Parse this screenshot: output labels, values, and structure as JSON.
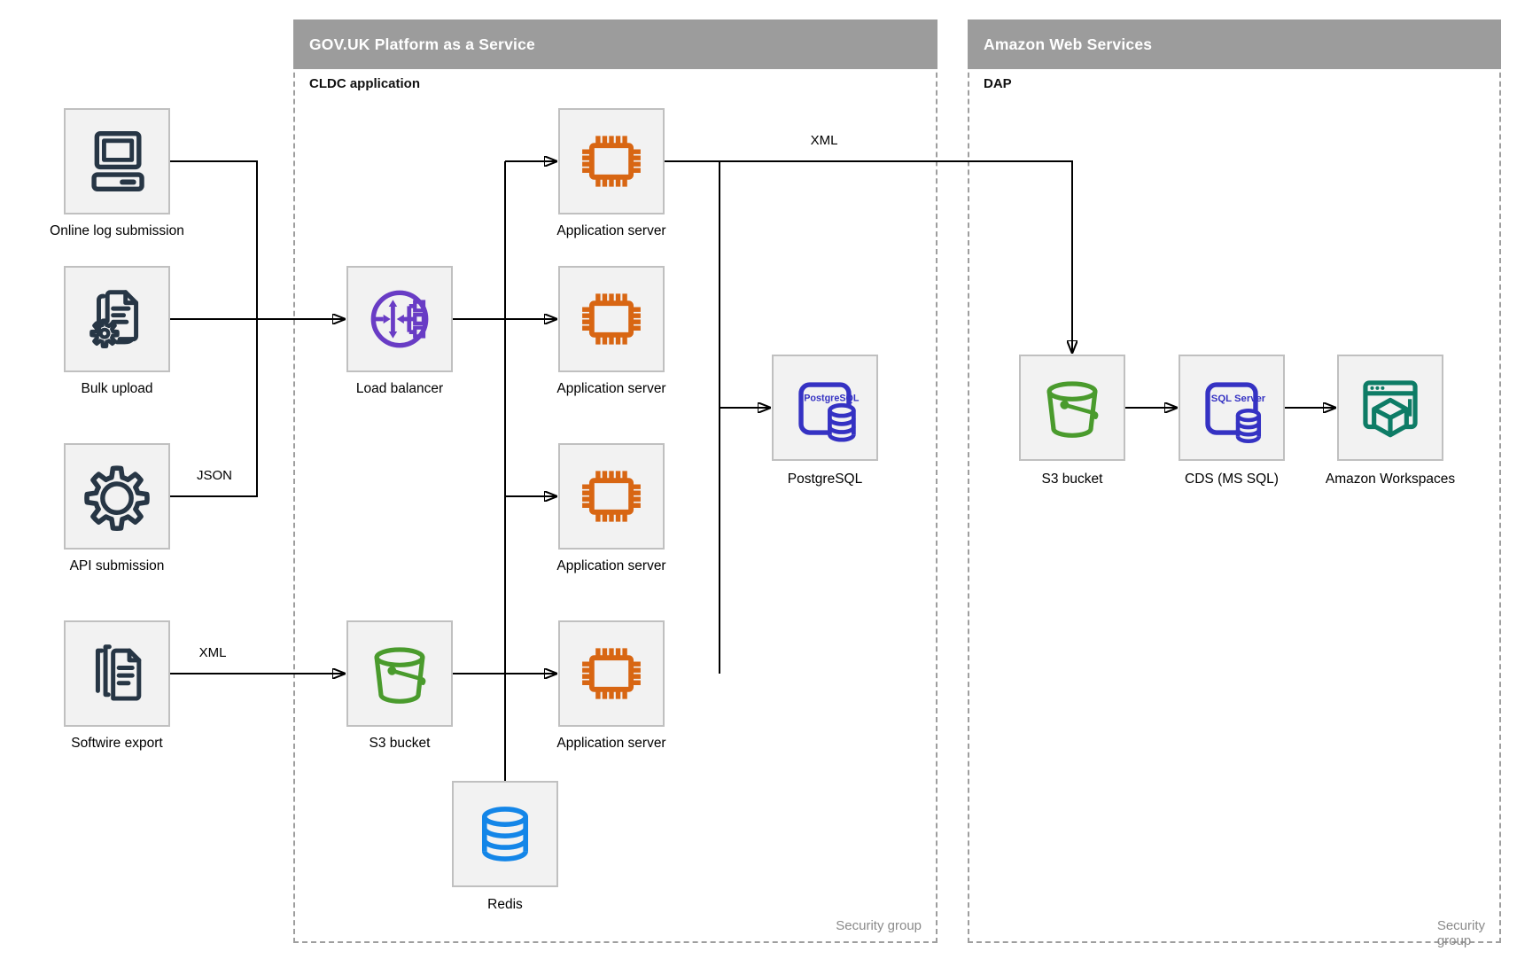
{
  "diagram": {
    "sources": {
      "online_log": {
        "label": "Online log submission"
      },
      "bulk_upload": {
        "label": "Bulk upload"
      },
      "api_submission": {
        "label": "API submission"
      },
      "softwire_export": {
        "label": "Softwire export"
      }
    },
    "govuk": {
      "title": "GOV.UK Platform as a Service",
      "sublabel": "CLDC application",
      "security_label": "Security group",
      "nodes": {
        "load_balancer": {
          "label": "Load balancer"
        },
        "app_server_1": {
          "label": "Application server"
        },
        "app_server_2": {
          "label": "Application server"
        },
        "app_server_3": {
          "label": "Application server"
        },
        "app_server_4": {
          "label": "Application server"
        },
        "postgresql": {
          "label": "PostgreSQL",
          "icon_text": "PostgreSQL"
        },
        "s3_bucket": {
          "label": "S3 bucket"
        },
        "redis": {
          "label": "Redis"
        }
      }
    },
    "aws": {
      "title": "Amazon Web Services",
      "sublabel": "DAP",
      "security_label": "Security group",
      "nodes": {
        "s3_bucket": {
          "label": "S3 bucket"
        },
        "cds": {
          "label": "CDS (MS SQL)",
          "icon_text": "SQL Server"
        },
        "workspaces": {
          "label": "Amazon Workspaces"
        }
      }
    },
    "edge_labels": {
      "api_to_app": "JSON",
      "softwire_to_s3": "XML",
      "app_to_aws": "XML"
    },
    "colors": {
      "header_gray": "#9c9c9c",
      "dashed_border": "#9e9e9e",
      "box_fill": "#f2f2f2",
      "box_border": "#c0c0c0",
      "navy": "#273645",
      "purple": "#693CC5",
      "orange": "#D86613",
      "green": "#4A9B2D",
      "db_blue": "#3532C3",
      "redis_blue": "#1486E8",
      "teal": "#0E7C66"
    }
  }
}
